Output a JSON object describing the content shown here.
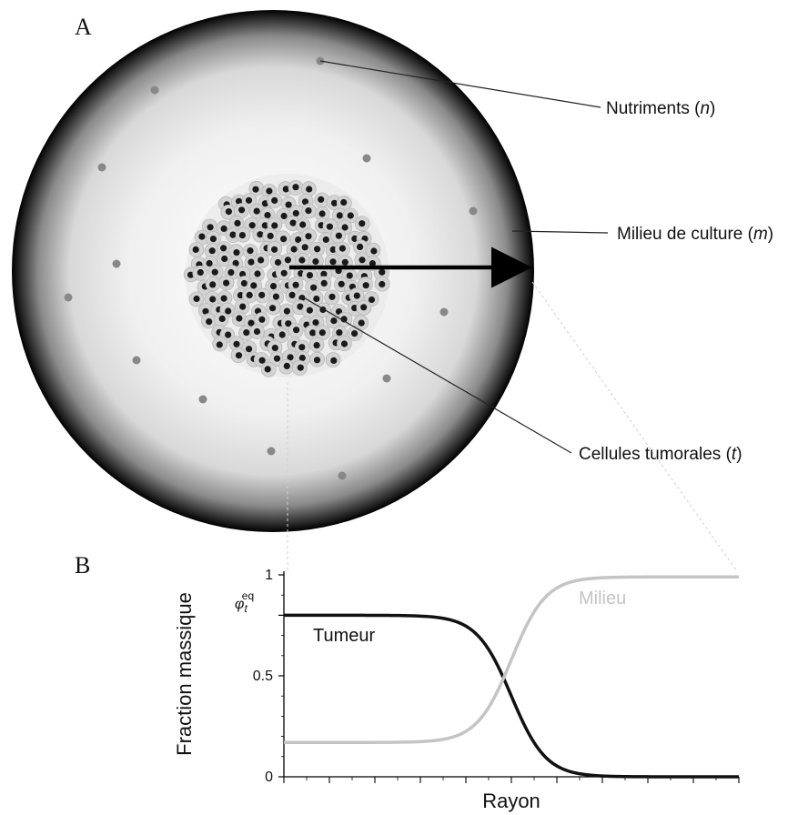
{
  "panel_a": {
    "label": "A",
    "labels": {
      "nutrients": "Nutriments (n)",
      "nutrients_text": "Nutriments (",
      "nutrients_symbol": "n",
      "nutrients_close": ")",
      "medium_text": "Milieu de culture (",
      "medium_symbol": "m",
      "medium_close": ")",
      "cells_text": "Cellules tumorales (",
      "cells_symbol": "t",
      "cells_close": ")"
    }
  },
  "panel_b": {
    "label": "B"
  },
  "chart_data": {
    "type": "line",
    "xlabel": "Rayon",
    "ylabel": "Fraction massique",
    "ylim": [
      0,
      1
    ],
    "yticks": [
      "0",
      "0.5",
      "1"
    ],
    "eq_label_base": "φ",
    "eq_label_sub": "t",
    "eq_label_sup": "eq",
    "eq_value": 0.8,
    "series": [
      {
        "name": "Tumeur",
        "color": "#111111",
        "from": 0.8,
        "to": 0.0,
        "center": 0.5,
        "steepness": 0.038
      },
      {
        "name": "Milieu",
        "color": "#c4c4c4",
        "from": 0.17,
        "to": 0.99,
        "center": 0.5,
        "steepness": 0.038
      }
    ]
  },
  "colors": {
    "rim": "#000000",
    "medium": "#efefef",
    "nutrient": "#888888",
    "cell_nucleus": "#1a1a1a",
    "cell_body": "#d3d3d3"
  }
}
